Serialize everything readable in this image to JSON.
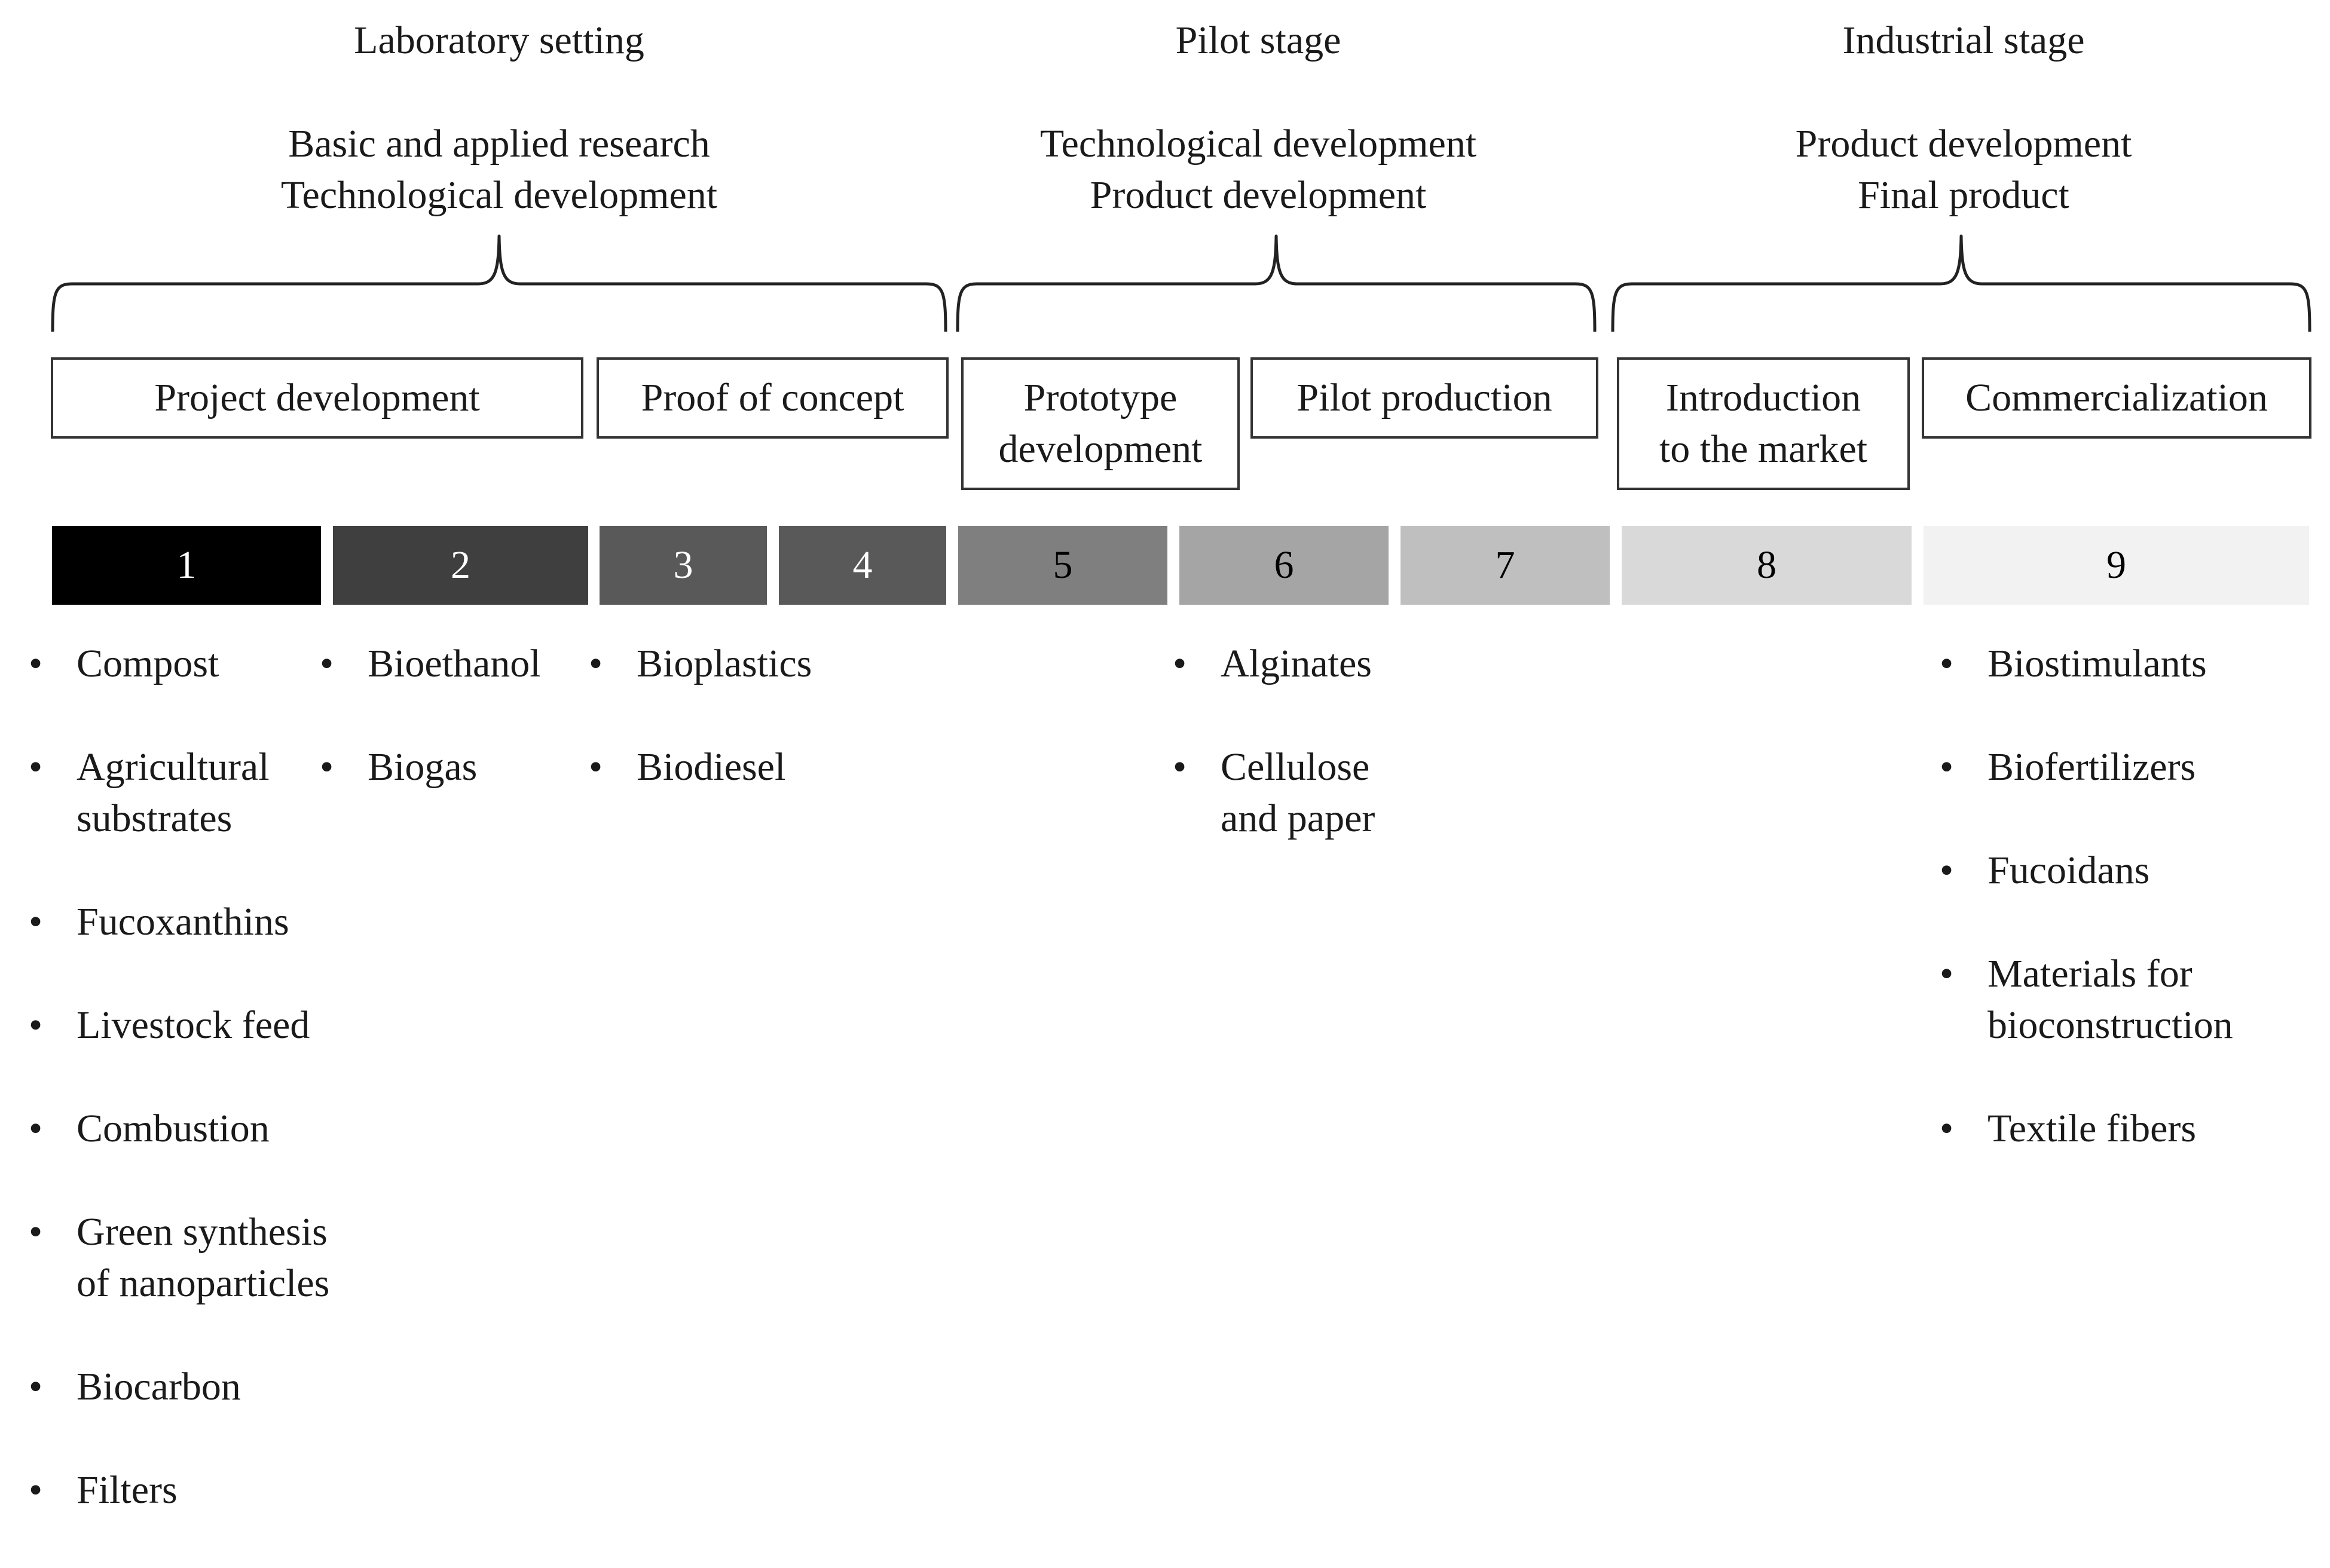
{
  "phases": [
    {
      "title": "Laboratory setting",
      "desc": [
        "Basic and applied research",
        "Technological development"
      ]
    },
    {
      "title": "Pilot stage",
      "desc": [
        "Technological development",
        "Product development"
      ]
    },
    {
      "title": "Industrial stage",
      "desc": [
        "Product development",
        "Final product"
      ]
    }
  ],
  "stages": [
    {
      "lines": [
        "Project development"
      ]
    },
    {
      "lines": [
        "Proof of concept"
      ]
    },
    {
      "lines": [
        "Prototype",
        "development"
      ]
    },
    {
      "lines": [
        "Pilot production"
      ]
    },
    {
      "lines": [
        "Introduction",
        "to the market"
      ]
    },
    {
      "lines": [
        "Commercialization"
      ]
    }
  ],
  "trl_levels": [
    {
      "label": "1",
      "fill": "#000000",
      "text_color": "#ffffff"
    },
    {
      "label": "2",
      "fill": "#3f3f3f",
      "text_color": "#ffffff"
    },
    {
      "label": "3",
      "fill": "#595959",
      "text_color": "#ffffff"
    },
    {
      "label": "4",
      "fill": "#595959",
      "text_color": "#ffffff"
    },
    {
      "label": "5",
      "fill": "#7f7f7f",
      "text_color": "#000000"
    },
    {
      "label": "6",
      "fill": "#a5a5a5",
      "text_color": "#000000"
    },
    {
      "label": "7",
      "fill": "#bfbfbf",
      "text_color": "#000000"
    },
    {
      "label": "8",
      "fill": "#d9d9d9",
      "text_color": "#000000"
    },
    {
      "label": "9",
      "fill": "#f2f2f2",
      "text_color": "#000000"
    }
  ],
  "bullet": "•",
  "product_lists": [
    {
      "trl": "1",
      "items": [
        [
          "Compost"
        ],
        [
          "Agricultural",
          "substrates"
        ],
        [
          "Fucoxanthins"
        ],
        [
          "Livestock feed"
        ],
        [
          "Combustion"
        ],
        [
          "Green synthesis",
          "of nanoparticles"
        ],
        [
          "Biocarbon"
        ],
        [
          "Filters"
        ]
      ]
    },
    {
      "trl": "2",
      "items": [
        [
          "Bioethanol"
        ],
        [
          "Biogas"
        ]
      ]
    },
    {
      "trl": "3-4",
      "items": [
        [
          "Bioplastics"
        ],
        [
          "Biodiesel"
        ]
      ]
    },
    {
      "trl": "6",
      "items": [
        [
          "Alginates"
        ],
        [
          "Cellulose",
          "and paper"
        ]
      ]
    },
    {
      "trl": "9",
      "items": [
        [
          "Biostimulants"
        ],
        [
          "Biofertilizers"
        ],
        [
          "Fucoidans"
        ],
        [
          "Materials for",
          "bioconstruction"
        ],
        [
          "Textile fibers"
        ]
      ]
    }
  ]
}
